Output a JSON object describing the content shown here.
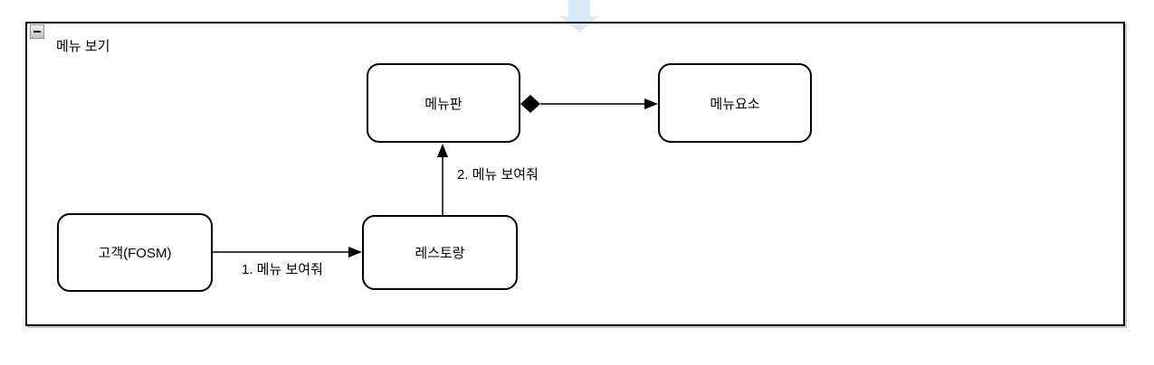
{
  "frame": {
    "title": "메뉴 보기",
    "collapse_icon": "minus-icon"
  },
  "nodes": [
    {
      "id": "menu-board",
      "label": "메뉴판"
    },
    {
      "id": "menu-element",
      "label": "메뉴요소"
    },
    {
      "id": "customer",
      "label": "고객(FOSM)"
    },
    {
      "id": "restaurant",
      "label": "레스토랑"
    }
  ],
  "edges": [
    {
      "from": "customer",
      "to": "restaurant",
      "type": "message-arrow",
      "label": "1. 메뉴 보여줘"
    },
    {
      "from": "restaurant",
      "to": "menu-board",
      "type": "message-arrow",
      "label": "2. 메뉴 보여줘"
    },
    {
      "from": "menu-board",
      "to": "menu-element",
      "type": "composition-arrow",
      "label": ""
    }
  ],
  "decorations": [
    {
      "id": "pointer-down",
      "icon": "down-arrow-icon",
      "color": "#DAE9F8"
    }
  ],
  "colors": {
    "line": "#000000",
    "node_fill": "#ffffff",
    "node_border": "#000000",
    "frame_border": "#000000",
    "frame_shadow": "#c9c9c9",
    "pointer_blue": "#DAE9F8",
    "background": "#ffffff"
  }
}
